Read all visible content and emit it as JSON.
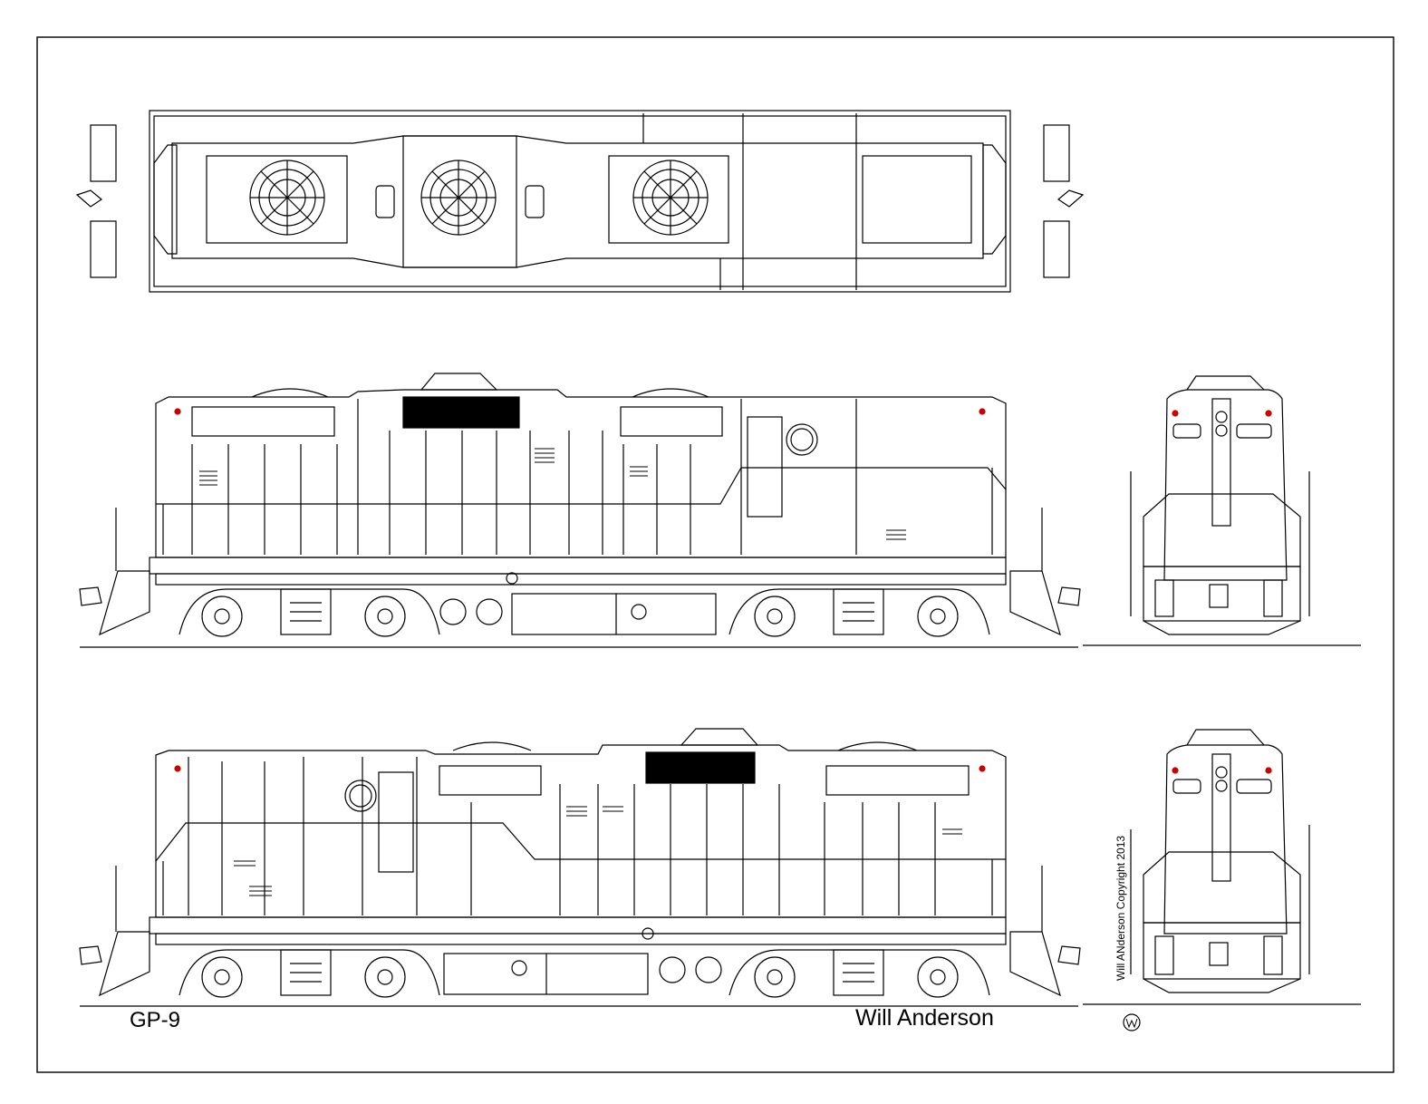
{
  "drawing": {
    "model_label": "GP-9",
    "author_label": "Will Anderson",
    "copyright_label": "Will ANderson Copyright 2013",
    "signature_mark": "WA monogram",
    "colors": {
      "line": "#000000",
      "paper": "#ffffff",
      "lamp": "#cc0000"
    }
  },
  "views": [
    "top-view",
    "right-side-view",
    "front-end-view",
    "left-side-view",
    "rear-end-view"
  ]
}
